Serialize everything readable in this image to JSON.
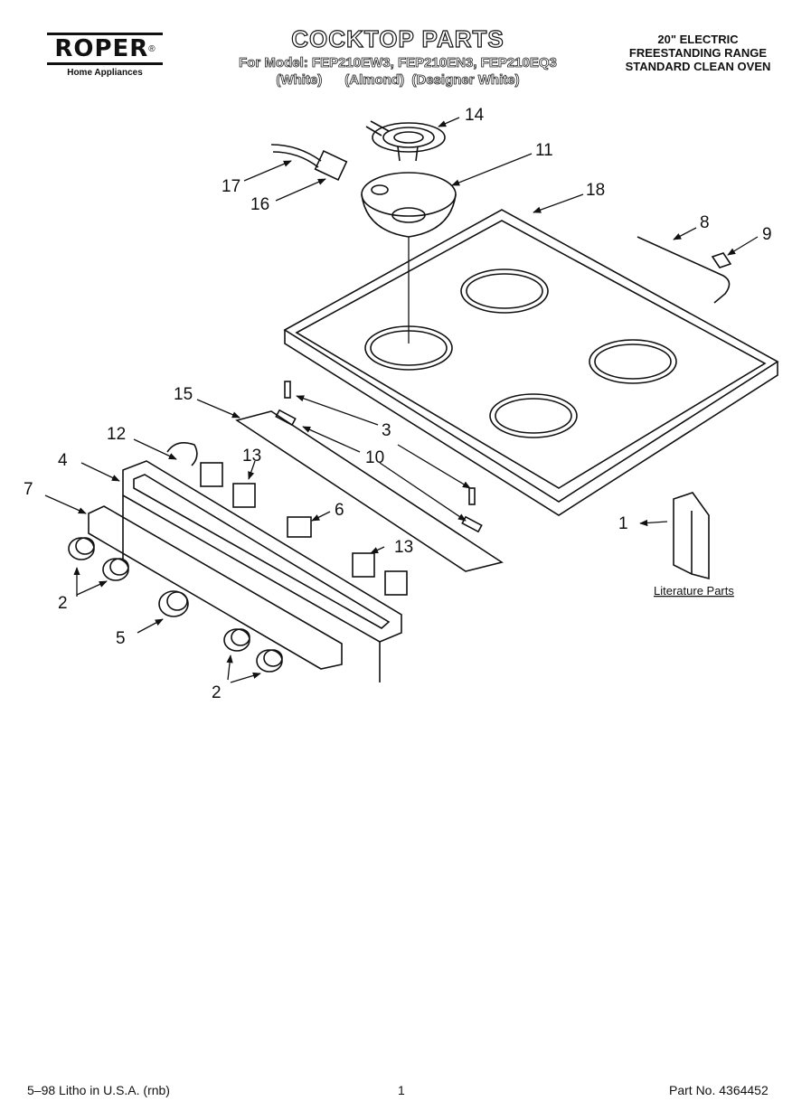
{
  "header": {
    "brand": "ROPER",
    "brand_mark": "®",
    "brand_tagline": "Home Appliances",
    "title": "COCKTOP PARTS",
    "models_line": "For Model: FEP210EW3, FEP210EN3, FEP210EQ3",
    "colors_line": "(White)      (Almond)  (Designer White)",
    "product_line1": "20\" ELECTRIC",
    "product_line2": "FREESTANDING RANGE",
    "product_line3": "STANDARD CLEAN OVEN"
  },
  "callouts": {
    "c14": "14",
    "c11": "11",
    "c17": "17",
    "c16": "16",
    "c18": "18",
    "c8": "8",
    "c9": "9",
    "c15": "15",
    "c3": "3",
    "c10": "10",
    "c12": "12",
    "c13a": "13",
    "c4": "4",
    "c6": "6",
    "c7": "7",
    "c13b": "13",
    "c1": "1",
    "c2a": "2",
    "c5": "5",
    "c2b": "2"
  },
  "literature_label": "Literature Parts",
  "footer": {
    "left": "5–98 Litho in U.S.A. (rnb)",
    "center": "1",
    "right": "Part No. 4364452"
  }
}
